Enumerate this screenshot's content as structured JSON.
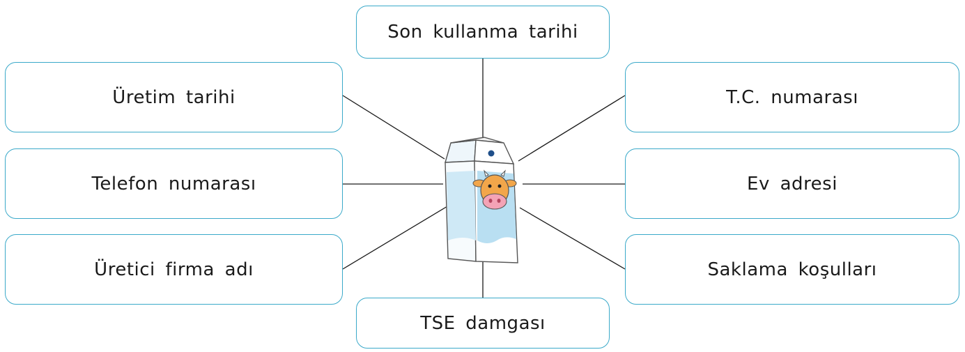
{
  "center": {
    "icon": "milk-carton-cow-icon"
  },
  "labels": {
    "top": "Son kullanma tarihi",
    "left": [
      "Üretim tarihi",
      "Telefon numarası",
      "Üretici firma adı"
    ],
    "right": [
      "T.C. numarası",
      "Ev adresi",
      "Saklama koşulları"
    ],
    "bottom": "TSE damgası"
  },
  "colors": {
    "box_border": "#3aa9c9",
    "line": "#1a1a1a",
    "carton_blue": "#b9dff2",
    "cow_face": "#f2a64a",
    "cow_snout": "#f4a3b6"
  }
}
